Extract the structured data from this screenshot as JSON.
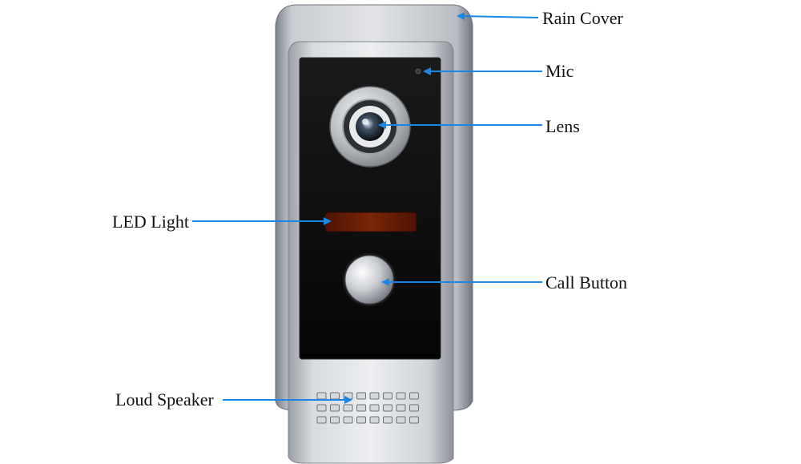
{
  "colors": {
    "arrow": "#1a86e6",
    "label": "#111111",
    "panel": "#0d0d0d",
    "led": "#6b1d06",
    "housing_light": "#d4d7db",
    "housing_dark": "#8a8f96"
  },
  "labels": {
    "rain_cover": "Rain Cover",
    "mic": "Mic",
    "lens": "Lens",
    "led_light": "LED Light",
    "call_button": "Call Button",
    "loud_speaker": "Loud Speaker"
  },
  "speaker_grille": {
    "rows": 3,
    "columns": 8
  }
}
